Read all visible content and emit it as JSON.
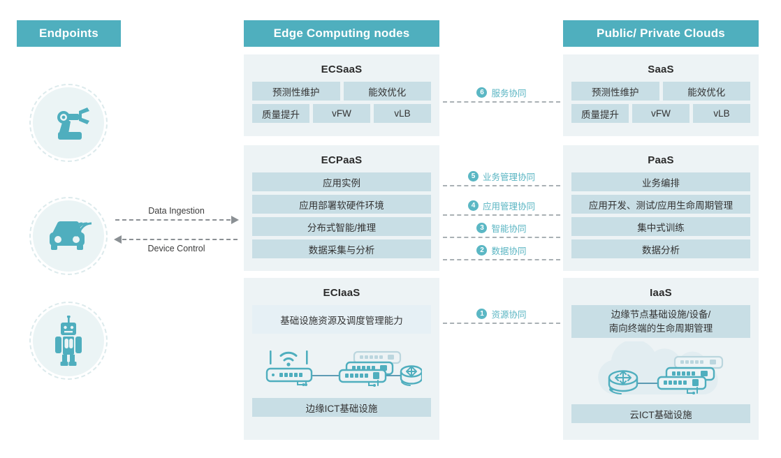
{
  "columns": {
    "endpoints": {
      "title": "Endpoints"
    },
    "edge": {
      "title": "Edge Computing nodes"
    },
    "cloud": {
      "title": "Public/ Private Clouds"
    }
  },
  "endpoints": {
    "items": [
      {
        "icon": "robot-arm-icon"
      },
      {
        "icon": "connected-car-icon"
      },
      {
        "icon": "robot-icon"
      }
    ]
  },
  "flows": {
    "ingestion": "Data Ingestion",
    "control": "Device Control"
  },
  "edge": {
    "saas": {
      "title": "ECSaaS",
      "row1": [
        "预测性维护",
        "能效优化"
      ],
      "row2": [
        "质量提升",
        "vFW",
        "vLB"
      ]
    },
    "paas": {
      "title": "ECPaaS",
      "items": [
        "应用实例",
        "应用部署软硬件环境",
        "分布式智能/推理",
        "数据采集与分析"
      ]
    },
    "iaas": {
      "title": "ECIaaS",
      "top": "基础设施资源及调度管理能力",
      "art": "network-devices-icon",
      "bottom": "边缘ICT基础设施"
    }
  },
  "cloud": {
    "saas": {
      "title": "SaaS",
      "row1": [
        "预测性维护",
        "能效优化"
      ],
      "row2": [
        "质量提升",
        "vFW",
        "vLB"
      ]
    },
    "paas": {
      "title": "PaaS",
      "items": [
        "业务编排",
        "应用开发、测试/应用生命周期管理",
        "集中式训练",
        "数据分析"
      ]
    },
    "iaas": {
      "title": "IaaS",
      "top_line1": "边缘节点基础设施/设备/",
      "top_line2": "南向终端的生命周期管理",
      "art": "cloud-network-icon",
      "bottom": "云ICT基础设施"
    }
  },
  "connectors": [
    {
      "num": "6",
      "label": "服务协同"
    },
    {
      "num": "5",
      "label": "业务管理协同"
    },
    {
      "num": "4",
      "label": "应用管理协同"
    },
    {
      "num": "3",
      "label": "智能协同"
    },
    {
      "num": "2",
      "label": "数据协同"
    },
    {
      "num": "1",
      "label": "资源协同"
    }
  ],
  "colors": {
    "header_teal": "#4FAFBE",
    "card_bg": "#EDF3F5",
    "item_bg": "#C8DEE5",
    "item_pale": "#E6F0F5",
    "badge": "#5BB7C4",
    "icon_teal": "#4FAEBE",
    "arrow_gray": "#8B9094"
  }
}
